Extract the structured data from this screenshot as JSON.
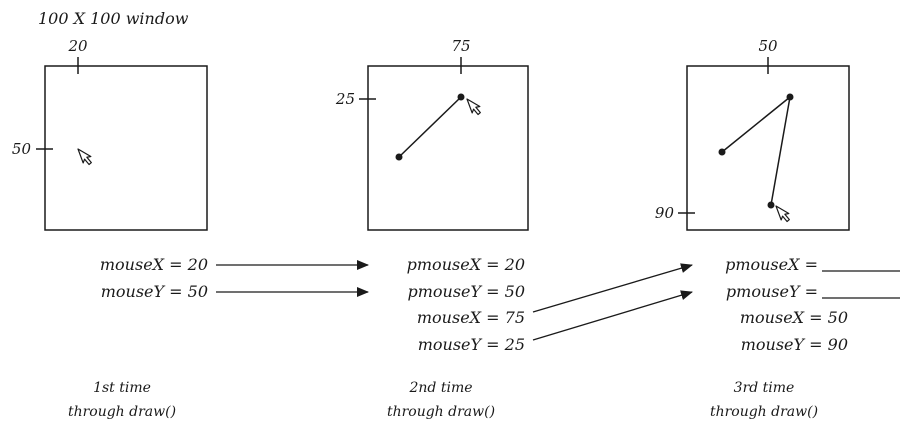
{
  "title": "100 X 100 window",
  "panels": [
    {
      "x_tick": "20",
      "y_tick": "50",
      "caption_line1": "1st time",
      "caption_line2": "through draw()",
      "vars": [
        "mouseX = 20",
        "mouseY = 50"
      ]
    },
    {
      "x_tick": "75",
      "y_tick": "25",
      "caption_line1": "2nd time",
      "caption_line2": "through draw()",
      "vars": [
        "pmouseX = 20",
        "pmouseY = 50",
        "mouseX = 75",
        "mouseY = 25"
      ]
    },
    {
      "x_tick": "50",
      "y_tick": "90",
      "caption_line1": "3rd time",
      "caption_line2": "through draw()",
      "vars": [
        "pmouseX =",
        "pmouseY =",
        "mouseX = 50",
        "mouseY = 90"
      ]
    }
  ],
  "colors": {
    "ink": "#1a1a1a",
    "background": "#ffffff"
  }
}
